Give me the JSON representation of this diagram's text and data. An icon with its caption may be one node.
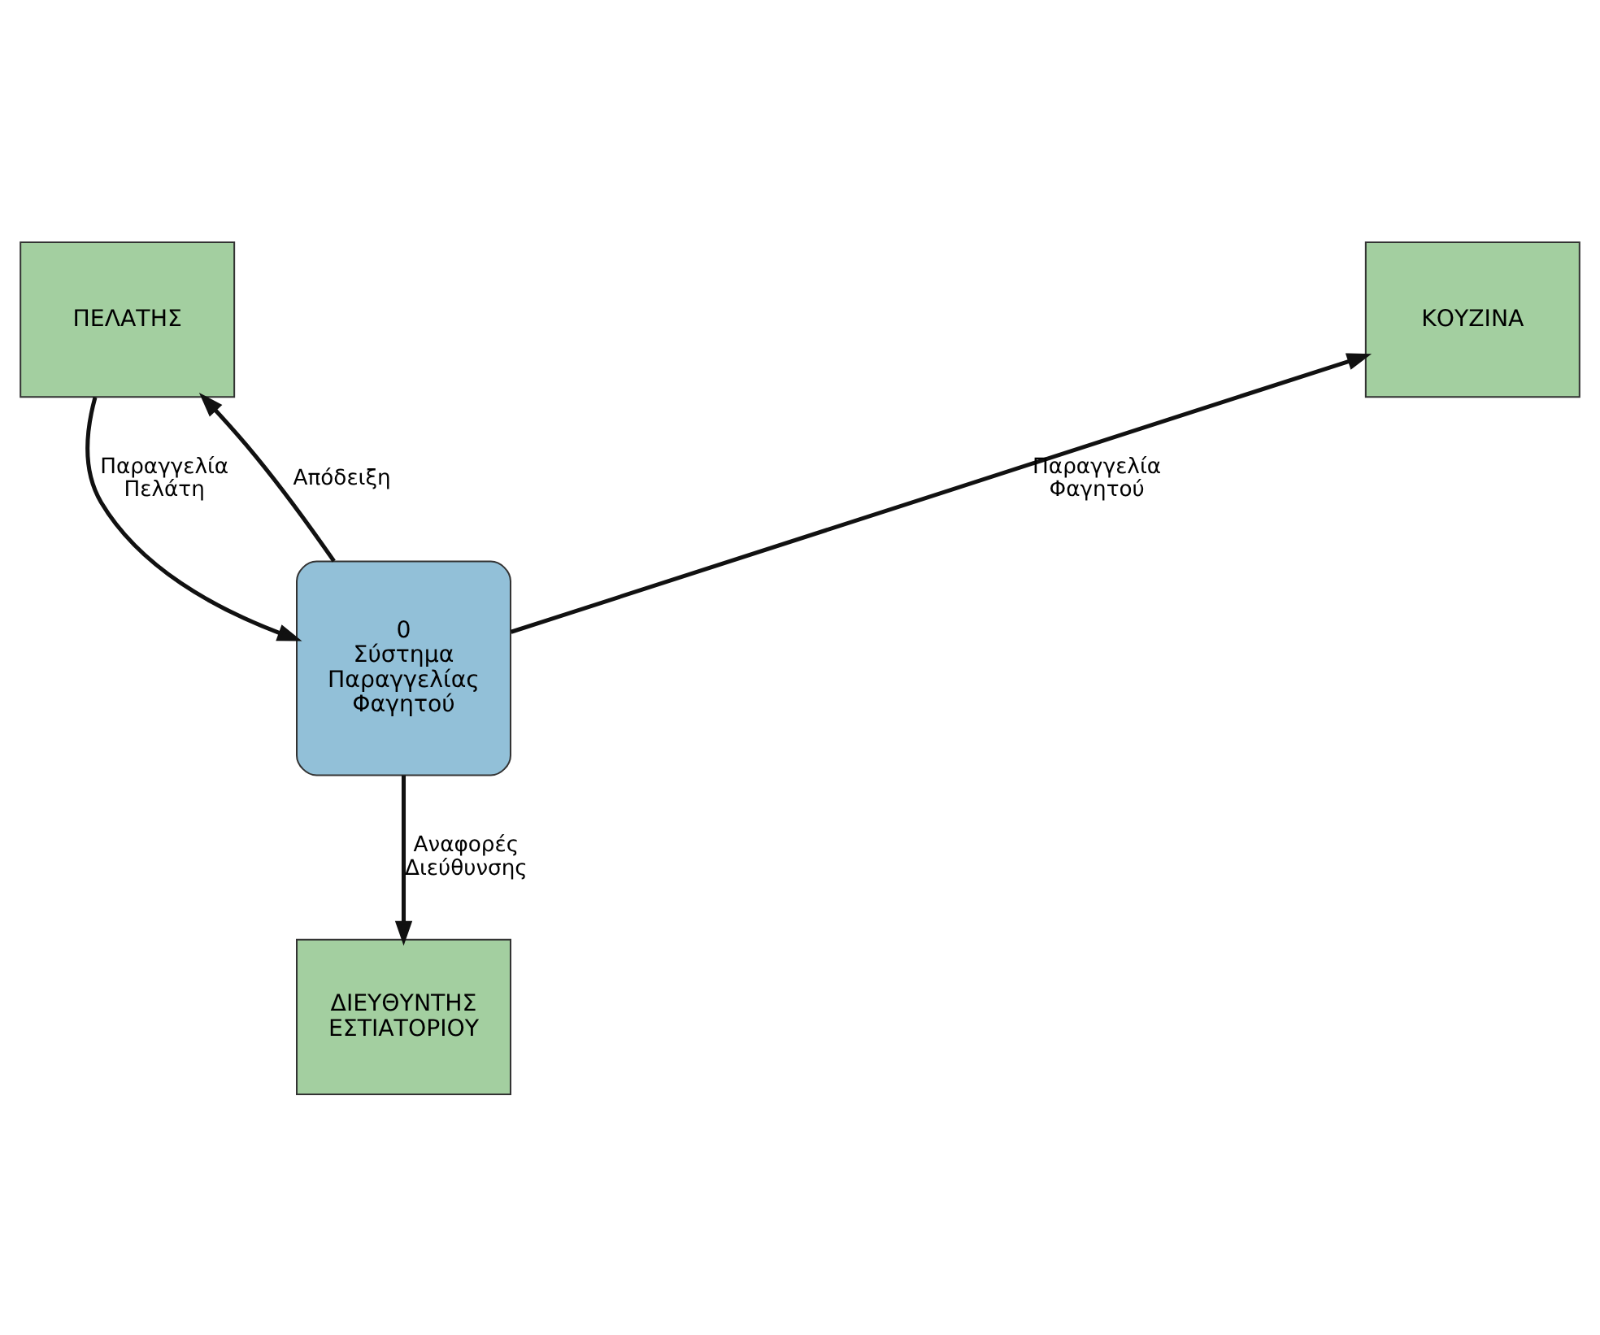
{
  "diagram": {
    "nodes": [
      {
        "text": [
          "ΠΕΛΑΤΗΣ"
        ]
      },
      {
        "text": [
          "ΚΟΥΖΙΝΑ"
        ]
      },
      {
        "text": [
          "0",
          "Σύστημα Παραγγελίας Φαγητού"
        ]
      },
      {
        "text": [
          "ΔΙΕΥΘΥΝΤΗΣ ΕΣΤΙΑΤΟΡΙΟΥ"
        ]
      }
    ],
    "edges": [
      {
        "from": 0,
        "to": 2,
        "arrow": "to",
        "label": "Παραγγελία Πελάτη"
      },
      {
        "from": 2,
        "to": 0,
        "arrow": "to",
        "label": "Απόδειξη"
      },
      {
        "from": 2,
        "to": 1,
        "arrow": "to",
        "label": "Παραγγελία Φαγητού"
      },
      {
        "from": 2,
        "to": 3,
        "arrow": "to",
        "label": "Αναφορές Διεύθυνσης"
      }
    ]
  }
}
